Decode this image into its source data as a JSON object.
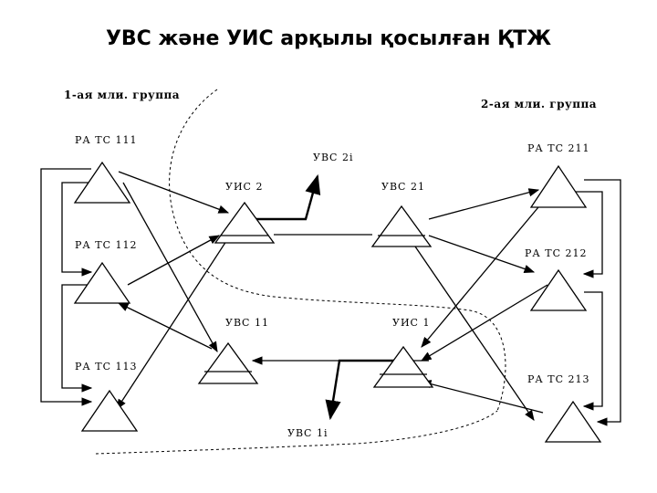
{
  "title": "УВС және УИС арқылы қосылған ҚТЖ",
  "groups": {
    "g1": "1-ая мли. группа",
    "g2": "2-ая мли. группа"
  },
  "nodes": {
    "ratc111": "РА ТС 111",
    "ratc112": "РА ТС 112",
    "ratc113": "РА ТС 113",
    "ratc211": "РА ТС 211",
    "ratc212": "РА ТС 212",
    "ratc213": "РА ТС 213",
    "uis2": "УИС 2",
    "uvs11": "УВС 11",
    "uvs21": "УВС 21",
    "uis1": "УИС 1",
    "uvs2i": "УВС 2i",
    "uvs1i": "УВС 1i"
  }
}
